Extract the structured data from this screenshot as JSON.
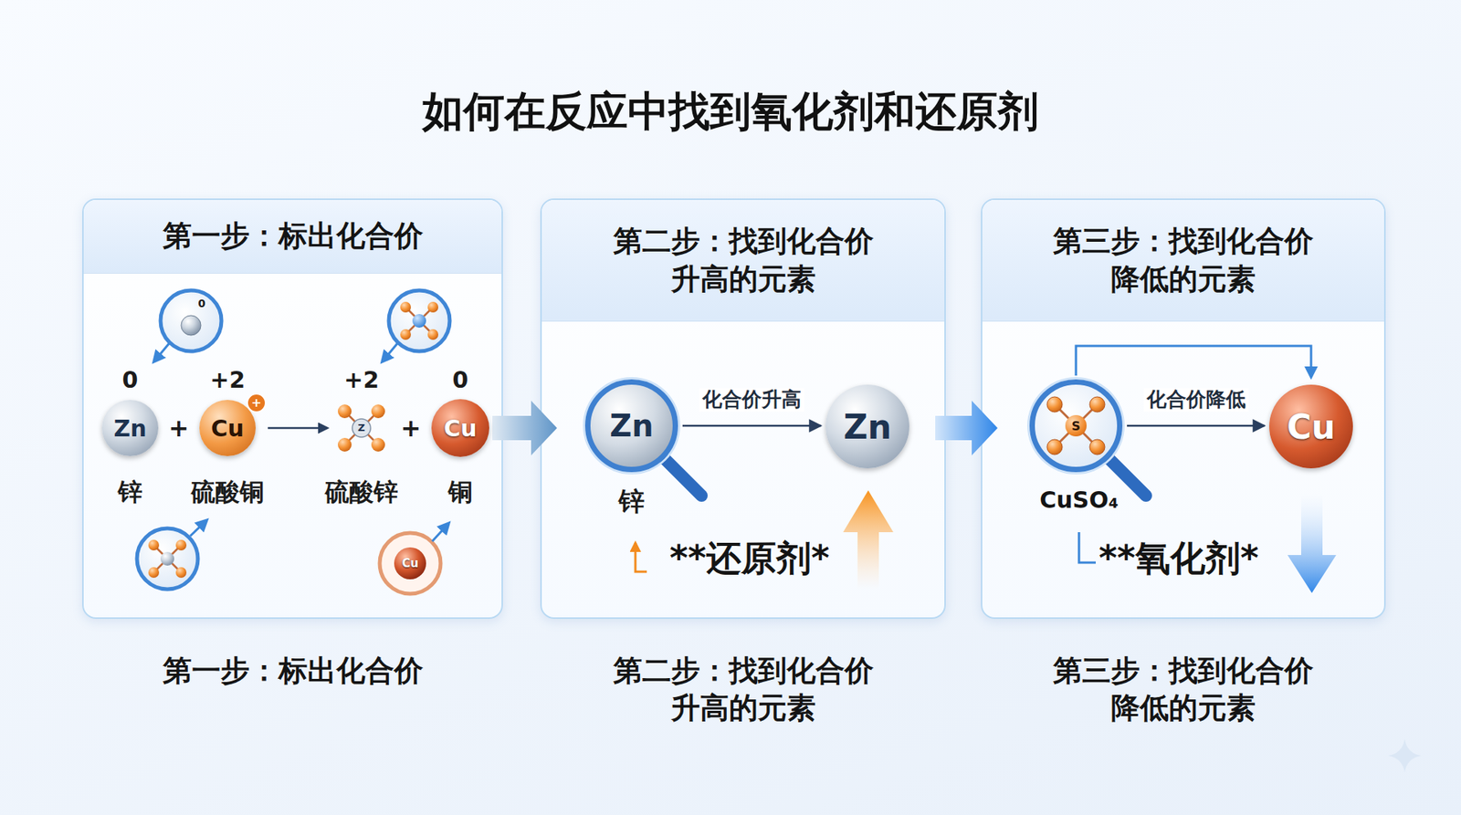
{
  "diagram": {
    "title": "如何在反应中找到氧化剂和还原剂",
    "nodes": [
      {
        "text": [
          "第一步：标出化合价"
        ]
      },
      {
        "text": [
          "第二步：找到化合价升高的元素"
        ]
      },
      {
        "text": [
          "第三步：找到化合价降低的元素"
        ]
      },
      {
        "text": [
          "Zn"
        ],
        "in": 0
      },
      {
        "text": [
          "Cu"
        ],
        "in": 0
      },
      {
        "text": [
          "Cu"
        ],
        "in": 0
      },
      {
        "text": [
          "Zn"
        ],
        "in": 1
      },
      {
        "text": [
          "Zn"
        ],
        "in": 1
      },
      {
        "text": [
          "S"
        ],
        "in": 2
      },
      {
        "text": [
          "Cu"
        ],
        "in": 2
      }
    ],
    "edges": [
      {
        "from": 0,
        "to": 1,
        "arrow": "to"
      },
      {
        "from": 1,
        "to": 2,
        "arrow": "to"
      },
      {
        "from": 6,
        "to": 7,
        "label": "化合价升高",
        "arrow": "to"
      },
      {
        "from": 8,
        "to": 9,
        "label": "化合价降低",
        "arrow": "to"
      }
    ],
    "labels": [
      "0",
      "+2",
      "+2",
      "0",
      "+",
      "+",
      "锌",
      "硫酸铜",
      "硫酸锌",
      "铜",
      "0",
      "Z",
      "Cu",
      "+",
      "锌",
      "**还原剂*",
      "CuSO₄",
      "**氧化剂*",
      "第一步：标出化合价",
      "第二步：找到化合价升高的元素",
      "第三步：找到化合价降低的元素"
    ]
  }
}
